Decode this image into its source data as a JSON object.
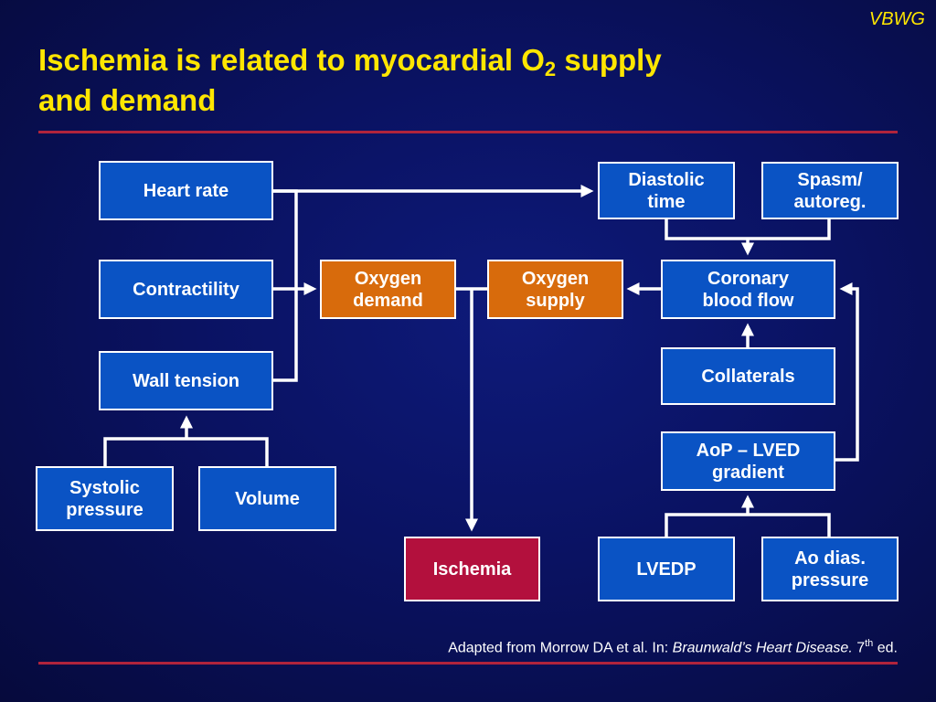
{
  "brand": "VBWG",
  "title": {
    "part1": "Ischemia is related to myocardial O",
    "subscript": "2",
    "part2": " supply",
    "line2": "and demand"
  },
  "nodes": {
    "heart_rate": "Heart rate",
    "contractility": "Contractility",
    "wall_tension": "Wall tension",
    "systolic_pressure": "Systolic\npressure",
    "volume": "Volume",
    "oxygen_demand": "Oxygen\ndemand",
    "oxygen_supply": "Oxygen\nsupply",
    "ischemia": "Ischemia",
    "diastolic_time": "Diastolic\ntime",
    "spasm": "Spasm/\nautoreg.",
    "coronary_blood_flow": "Coronary\nblood flow",
    "collaterals": "Collaterals",
    "aop_lved": "AoP – LVED\ngradient",
    "lvedp": "LVEDP",
    "ao_dias": "Ao dias.\npressure"
  },
  "colors": {
    "node_blue": "#0a53c4",
    "node_orange": "#d86b0c",
    "node_red": "#b3103d",
    "title_yellow": "#ffe600",
    "rule_red": "#b0243c"
  },
  "citation": {
    "prefix": "Adapted from Morrow DA et al. In: ",
    "source": "Braunwald’s Heart Disease.",
    "edition": " 7",
    "edition_sup": "th",
    "suffix": " ed."
  }
}
